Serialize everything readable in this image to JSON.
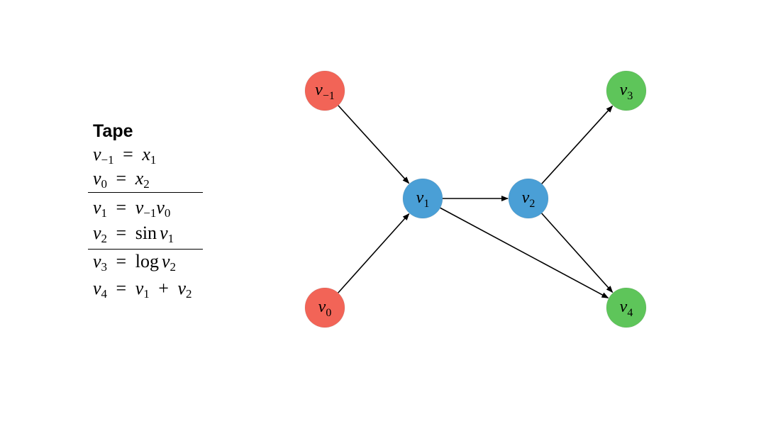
{
  "tape": {
    "title": "Tape",
    "inputs": [
      {
        "lhs": "v",
        "lhs_sub": "−1",
        "rhs_var": "x",
        "rhs_sub": "1"
      },
      {
        "lhs": "v",
        "lhs_sub": "0",
        "rhs_var": "x",
        "rhs_sub": "2"
      }
    ],
    "intermediates": [
      {
        "lhs": "v",
        "lhs_sub": "1",
        "rhs_a": "v",
        "rhs_a_sub": "−1",
        "rhs_b": "v",
        "rhs_b_sub": "0"
      },
      {
        "lhs": "v",
        "lhs_sub": "2",
        "fn": "sin",
        "arg": "v",
        "arg_sub": "1"
      }
    ],
    "outputs": [
      {
        "lhs": "v",
        "lhs_sub": "3",
        "fn": "log",
        "arg": "v",
        "arg_sub": "2"
      },
      {
        "lhs": "v",
        "lhs_sub": "4",
        "a": "v",
        "a_sub": "1",
        "op": "+",
        "b": "v",
        "b_sub": "2"
      }
    ],
    "equals": "="
  },
  "graph": {
    "colors": {
      "input": "#f26457",
      "intermediate": "#4a9fd6",
      "output": "#5ec55a",
      "edge": "#000000"
    },
    "nodes": [
      {
        "id": "vm1",
        "base": "v",
        "sub": "−1",
        "role": "input"
      },
      {
        "id": "v0",
        "base": "v",
        "sub": "0",
        "role": "input"
      },
      {
        "id": "v1",
        "base": "v",
        "sub": "1",
        "role": "intermediate"
      },
      {
        "id": "v2",
        "base": "v",
        "sub": "2",
        "role": "intermediate"
      },
      {
        "id": "v3",
        "base": "v",
        "sub": "3",
        "role": "output"
      },
      {
        "id": "v4",
        "base": "v",
        "sub": "4",
        "role": "output"
      }
    ],
    "edges": [
      {
        "from": "vm1",
        "to": "v1"
      },
      {
        "from": "v0",
        "to": "v1"
      },
      {
        "from": "v1",
        "to": "v2"
      },
      {
        "from": "v1",
        "to": "v4"
      },
      {
        "from": "v2",
        "to": "v3"
      },
      {
        "from": "v2",
        "to": "v4"
      }
    ]
  }
}
